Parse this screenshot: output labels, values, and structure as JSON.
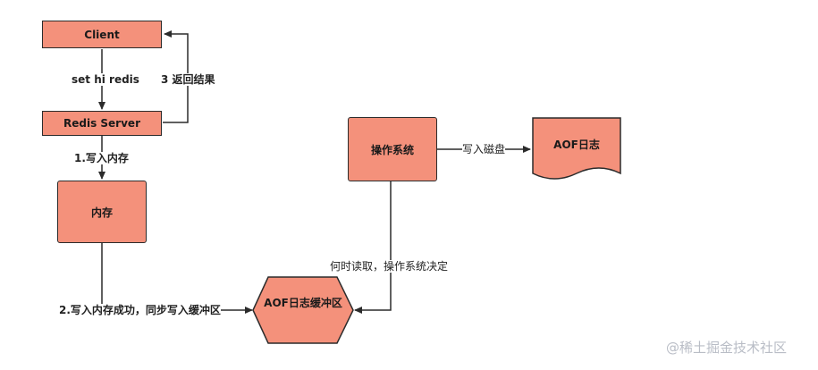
{
  "nodes": {
    "client": "Client",
    "redis_server": "Redis Server",
    "memory": "内存",
    "os": "操作系统",
    "aof_log": "AOF日志",
    "aof_buffer": "AOF日志缓冲区"
  },
  "edges": {
    "set_cmd": "set hi redis",
    "return_result": "3 返回结果",
    "write_memory": "1.写入内存",
    "write_buffer": "2.写入内存成功，同步写入缓冲区",
    "write_disk": "写入磁盘",
    "read_when": "何时读取，操作系统决定"
  },
  "colors": {
    "node_fill": "#f4917b",
    "stroke": "#2b2b2b"
  },
  "watermark": "@稀土掘金技术社区"
}
